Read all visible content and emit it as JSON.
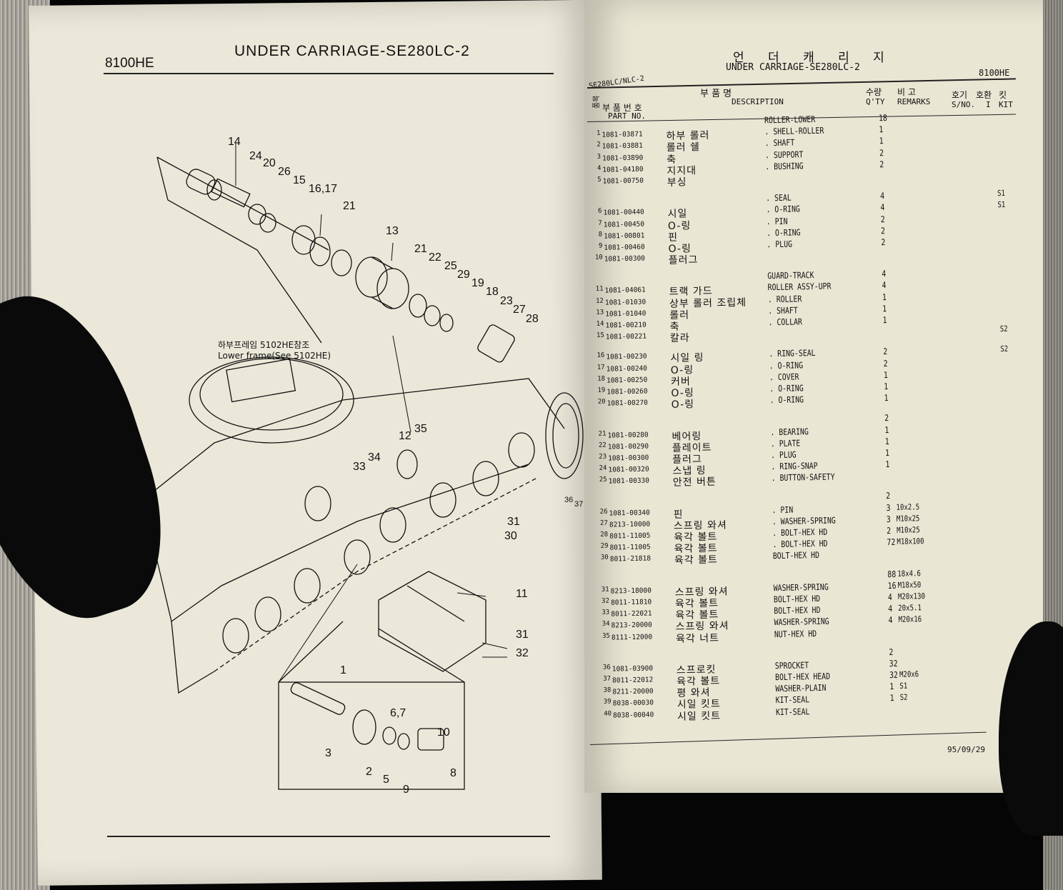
{
  "left_page": {
    "code": "8100HE",
    "title": "UNDER CARRIAGE-SE280LC-2",
    "ref_note_ko": "하부프레임 5102HE참조",
    "ref_note_en": "Lower frame(See 5102HE)",
    "callouts": [
      "14",
      "24",
      "20",
      "26",
      "15",
      "16,17",
      "21",
      "13",
      "21",
      "22",
      "25",
      "29",
      "19",
      "18",
      "23",
      "27",
      "28",
      "12",
      "35",
      "34",
      "33",
      "31",
      "30",
      "36",
      "37",
      "11",
      "31",
      "32",
      "1",
      "3",
      "2",
      "6,7",
      "5",
      "9",
      "10",
      "8"
    ]
  },
  "right_page": {
    "title_ko": "언 더 캐 리 지",
    "title_en": "UNDER CARRIAGE-SE280LC-2",
    "code": "8100HE",
    "model": "SE280LC/NLC-2",
    "headers": {
      "item": "품목",
      "part_no_ko": "부 품 번 호",
      "part_no_en": "PART NO.",
      "desc_ko": "부          품          명",
      "desc_en": "DESCRIPTION",
      "qty_ko": "수량",
      "qty_en": "Q'TY",
      "remarks_ko": "비  고",
      "remarks_en": "REMARKS",
      "sno_ko": "호기",
      "sno_en": "S/NO.",
      "interchange_ko": "호환",
      "interchange_en": "I",
      "kit_ko": "킷",
      "kit_en": "KIT"
    },
    "groups": [
      [
        {
          "no": "",
          "pn": "",
          "ko": "",
          "desc": "ROLLER-LOWER",
          "qty": "18",
          "rem": "",
          "kit": ""
        },
        {
          "no": "1",
          "pn": "1081-03871",
          "ko": "하부 롤러",
          "desc": ". SHELL-ROLLER",
          "qty": "1",
          "rem": "",
          "kit": ""
        },
        {
          "no": "2",
          "pn": "1081-03881",
          "ko": "롤러 쉘",
          "desc": ". SHAFT",
          "qty": "1",
          "rem": "",
          "kit": ""
        },
        {
          "no": "3",
          "pn": "1081-03890",
          "ko": "축",
          "desc": ". SUPPORT",
          "qty": "2",
          "rem": "",
          "kit": ""
        },
        {
          "no": "4",
          "pn": "1081-04180",
          "ko": "지지대",
          "desc": ". BUSHING",
          "qty": "2",
          "rem": "",
          "kit": ""
        },
        {
          "no": "5",
          "pn": "1081-00750",
          "ko": "부싱",
          "desc": "",
          "qty": "",
          "rem": "",
          "kit": ""
        }
      ],
      [
        {
          "no": "",
          "pn": "",
          "ko": "",
          "desc": ". SEAL",
          "qty": "4",
          "rem": "",
          "kit": "S1"
        },
        {
          "no": "6",
          "pn": "1081-00440",
          "ko": "시일",
          "desc": ". O-RING",
          "qty": "4",
          "rem": "",
          "kit": "S1"
        },
        {
          "no": "7",
          "pn": "1081-00450",
          "ko": "O-링",
          "desc": ". PIN",
          "qty": "2",
          "rem": "",
          "kit": ""
        },
        {
          "no": "8",
          "pn": "1081-00801",
          "ko": "핀",
          "desc": ". O-RING",
          "qty": "2",
          "rem": "",
          "kit": ""
        },
        {
          "no": "9",
          "pn": "1081-00460",
          "ko": "O-링",
          "desc": ". PLUG",
          "qty": "2",
          "rem": "",
          "kit": ""
        },
        {
          "no": "10",
          "pn": "1081-00300",
          "ko": "플러그",
          "desc": "",
          "qty": "",
          "rem": "",
          "kit": ""
        }
      ],
      [
        {
          "no": "",
          "pn": "",
          "ko": "",
          "desc": "GUARD-TRACK",
          "qty": "4",
          "rem": "",
          "kit": ""
        },
        {
          "no": "11",
          "pn": "1081-04061",
          "ko": "트랙 가드",
          "desc": "ROLLER ASSY-UPR",
          "qty": "4",
          "rem": "",
          "kit": ""
        },
        {
          "no": "12",
          "pn": "1081-01030",
          "ko": "상부 롤러 조립체",
          "desc": ". ROLLER",
          "qty": "1",
          "rem": "",
          "kit": ""
        },
        {
          "no": "13",
          "pn": "1081-01040",
          "ko": "롤러",
          "desc": ". SHAFT",
          "qty": "1",
          "rem": "",
          "kit": ""
        },
        {
          "no": "14",
          "pn": "1081-00210",
          "ko": "축",
          "desc": ". COLLAR",
          "qty": "1",
          "rem": "",
          "kit": ""
        },
        {
          "no": "15",
          "pn": "1081-00221",
          "ko": "칼라",
          "desc": "",
          "qty": "",
          "rem": "",
          "kit": "S2"
        }
      ],
      [
        {
          "no": "16",
          "pn": "1081-00230",
          "ko": "시일 링",
          "desc": ". RING-SEAL",
          "qty": "2",
          "rem": "",
          "kit": "S2"
        },
        {
          "no": "17",
          "pn": "1081-00240",
          "ko": "O-링",
          "desc": ". O-RING",
          "qty": "2",
          "rem": "",
          "kit": ""
        },
        {
          "no": "18",
          "pn": "1081-00250",
          "ko": "커버",
          "desc": ". COVER",
          "qty": "1",
          "rem": "",
          "kit": ""
        },
        {
          "no": "19",
          "pn": "1081-00260",
          "ko": "O-링",
          "desc": ". O-RING",
          "qty": "1",
          "rem": "",
          "kit": ""
        },
        {
          "no": "20",
          "pn": "1081-00270",
          "ko": "O-링",
          "desc": ". O-RING",
          "qty": "1",
          "rem": "",
          "kit": ""
        }
      ],
      [
        {
          "no": "",
          "pn": "",
          "ko": "",
          "desc": "",
          "qty": "2",
          "rem": "",
          "kit": ""
        },
        {
          "no": "21",
          "pn": "1081-00280",
          "ko": "베어링",
          "desc": ". BEARING",
          "qty": "1",
          "rem": "",
          "kit": ""
        },
        {
          "no": "22",
          "pn": "1081-00290",
          "ko": "플레이트",
          "desc": ". PLATE",
          "qty": "1",
          "rem": "",
          "kit": ""
        },
        {
          "no": "23",
          "pn": "1081-00300",
          "ko": "플러그",
          "desc": ". PLUG",
          "qty": "1",
          "rem": "",
          "kit": ""
        },
        {
          "no": "24",
          "pn": "1081-00320",
          "ko": "스냅 링",
          "desc": ". RING-SNAP",
          "qty": "1",
          "rem": "",
          "kit": ""
        },
        {
          "no": "25",
          "pn": "1081-00330",
          "ko": "안전 버튼",
          "desc": ". BUTTON-SAFETY",
          "qty": "",
          "rem": "",
          "kit": ""
        }
      ],
      [
        {
          "no": "",
          "pn": "",
          "ko": "",
          "desc": "",
          "qty": "2",
          "rem": "",
          "kit": ""
        },
        {
          "no": "26",
          "pn": "1081-00340",
          "ko": "핀",
          "desc": ". PIN",
          "qty": "3",
          "rem": "10x2.5",
          "kit": ""
        },
        {
          "no": "27",
          "pn": "8213-10000",
          "ko": "스프링 와셔",
          "desc": ". WASHER-SPRING",
          "qty": "3",
          "rem": "M10x25",
          "kit": ""
        },
        {
          "no": "28",
          "pn": "8011-11005",
          "ko": "육각 볼트",
          "desc": ". BOLT-HEX HD",
          "qty": "2",
          "rem": "M10x25",
          "kit": ""
        },
        {
          "no": "29",
          "pn": "8011-11005",
          "ko": "육각 볼트",
          "desc": ". BOLT-HEX HD",
          "qty": "72",
          "rem": "M18x100",
          "kit": ""
        },
        {
          "no": "30",
          "pn": "8011-21818",
          "ko": "육각 볼트",
          "desc": "BOLT-HEX HD",
          "qty": "",
          "rem": "",
          "kit": ""
        }
      ],
      [
        {
          "no": "",
          "pn": "",
          "ko": "",
          "desc": "",
          "qty": "88",
          "rem": "18x4.6",
          "kit": ""
        },
        {
          "no": "31",
          "pn": "8213-18000",
          "ko": "스프링 와셔",
          "desc": "WASHER-SPRING",
          "qty": "16",
          "rem": "M18x50",
          "kit": ""
        },
        {
          "no": "32",
          "pn": "8011-11810",
          "ko": "육각 볼트",
          "desc": "BOLT-HEX HD",
          "qty": "4",
          "rem": "M20x130",
          "kit": ""
        },
        {
          "no": "33",
          "pn": "8011-22021",
          "ko": "육각 볼트",
          "desc": "BOLT-HEX HD",
          "qty": "4",
          "rem": "20x5.1",
          "kit": ""
        },
        {
          "no": "34",
          "pn": "8213-20000",
          "ko": "스프링 와셔",
          "desc": "WASHER-SPRING",
          "qty": "4",
          "rem": "M20x16",
          "kit": ""
        },
        {
          "no": "35",
          "pn": "8111-12000",
          "ko": "육각 너트",
          "desc": "NUT-HEX HD",
          "qty": "",
          "rem": "",
          "kit": ""
        }
      ],
      [
        {
          "no": "",
          "pn": "",
          "ko": "",
          "desc": "",
          "qty": "2",
          "rem": "",
          "kit": ""
        },
        {
          "no": "36",
          "pn": "1081-03900",
          "ko": "스프로킷",
          "desc": "SPROCKET",
          "qty": "32",
          "rem": "",
          "kit": ""
        },
        {
          "no": "37",
          "pn": "8011-22012",
          "ko": "육각 볼트",
          "desc": "BOLT-HEX HEAD",
          "qty": "32",
          "rem": "M20x6",
          "kit": ""
        },
        {
          "no": "38",
          "pn": "8211-20000",
          "ko": "평 와셔",
          "desc": "WASHER-PLAIN",
          "qty": "1",
          "rem": "S1",
          "kit": ""
        },
        {
          "no": "39",
          "pn": "8038-00030",
          "ko": "시일 킷트",
          "desc": "KIT-SEAL",
          "qty": "1",
          "rem": "S2",
          "kit": ""
        },
        {
          "no": "40",
          "pn": "8038-00040",
          "ko": "시일 킷트",
          "desc": "KIT-SEAL",
          "qty": "",
          "rem": "",
          "kit": ""
        }
      ]
    ],
    "date": "95/09/29"
  }
}
